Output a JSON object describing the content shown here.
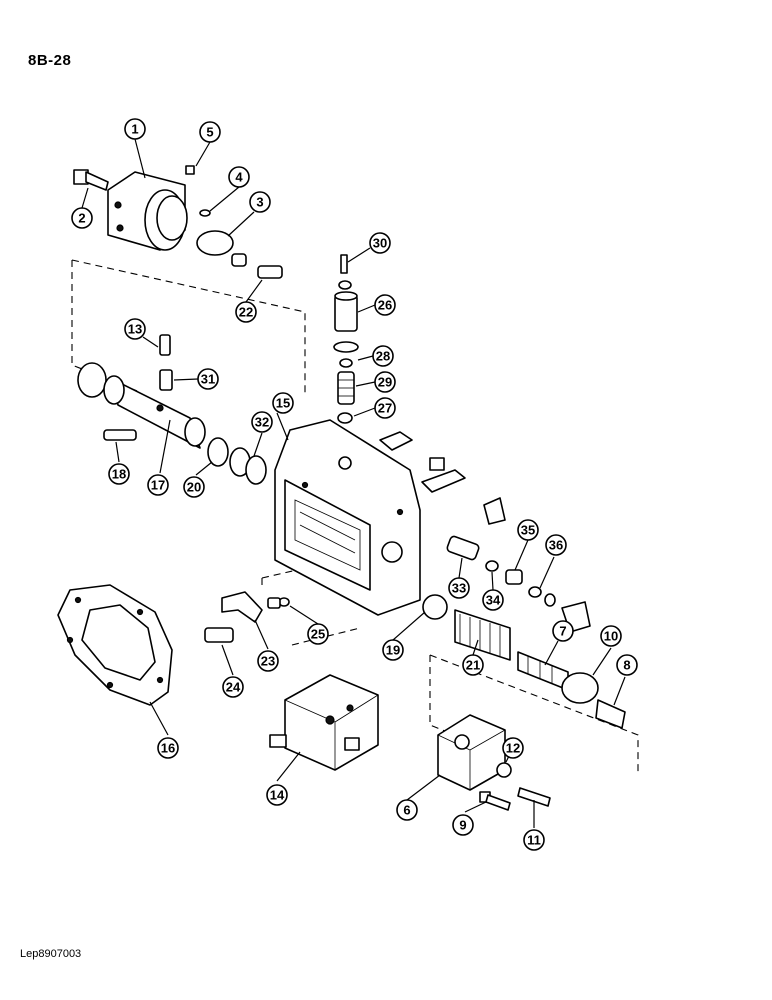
{
  "page_code": "8B-28",
  "reference_code": "Lep8907003",
  "callouts": [
    "1",
    "2",
    "3",
    "4",
    "5",
    "6",
    "7",
    "8",
    "9",
    "10",
    "11",
    "12",
    "13",
    "14",
    "15",
    "16",
    "17",
    "18",
    "19",
    "20",
    "21",
    "22",
    "23",
    "24",
    "25",
    "26",
    "27",
    "28",
    "29",
    "30",
    "31",
    "32",
    "33",
    "34",
    "35",
    "36"
  ]
}
